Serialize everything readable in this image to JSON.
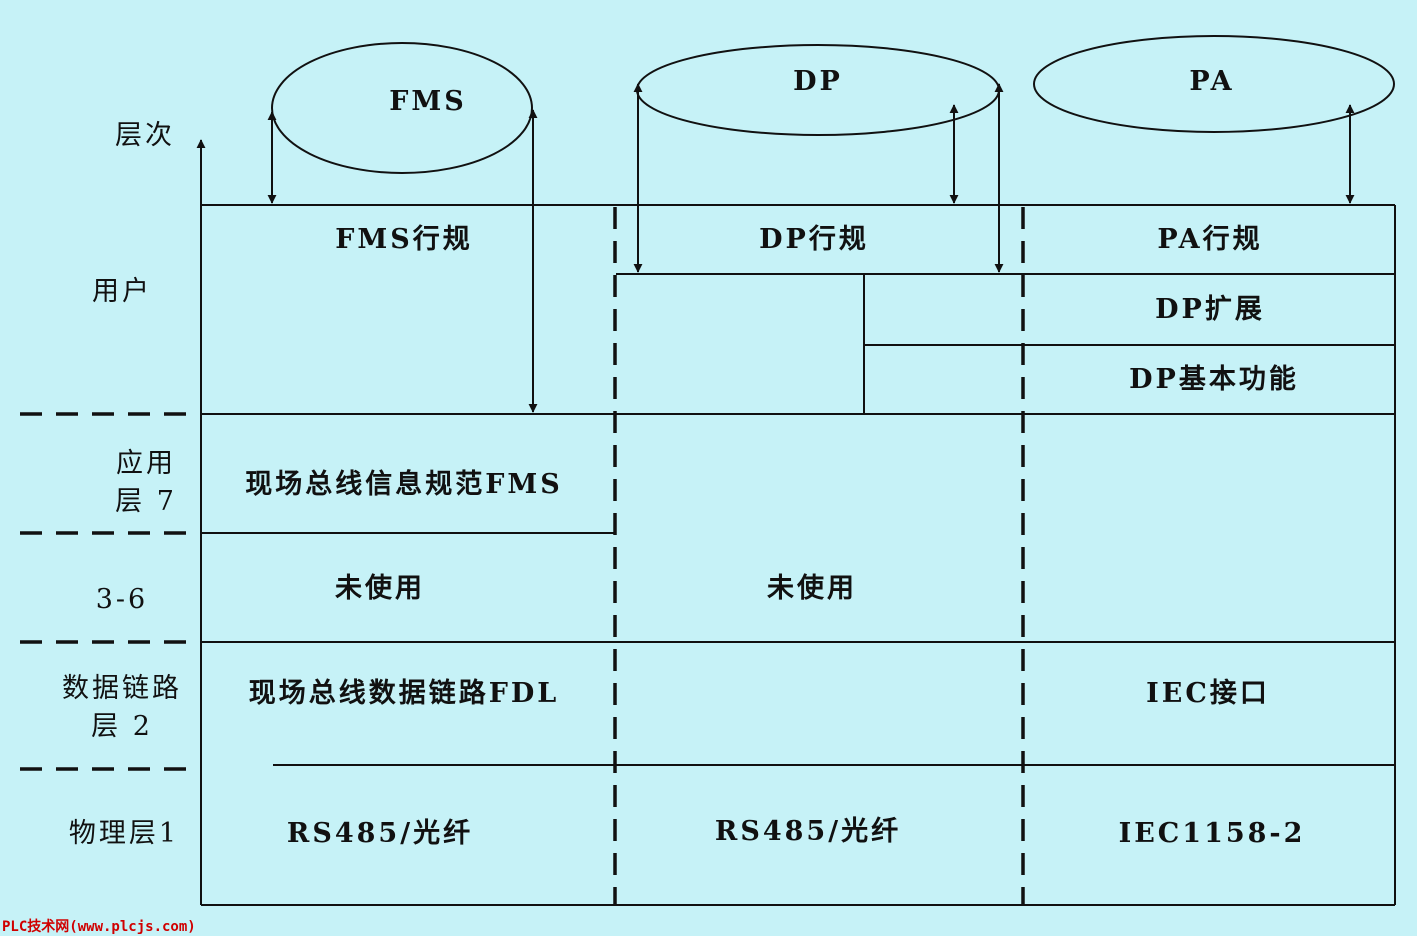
{
  "axis_label": "层次",
  "ellipses": {
    "fms": "FMS",
    "dp": "DP",
    "pa": "PA"
  },
  "layers": {
    "user": "用户",
    "application": [
      "应用",
      "层 7"
    ],
    "layers_3_6": "3-6",
    "data_link": [
      "数据链路",
      "层 2"
    ],
    "physical": "物理层1"
  },
  "cells": {
    "fms_profile": "FMS行规",
    "dp_profile": "DP行规",
    "pa_profile": "PA行规",
    "dp_extension": "DP扩展",
    "dp_basic": "DP基本功能",
    "fms_spec": "现场总线信息规范FMS",
    "fms_unused": "未使用",
    "dp_unused": "未使用",
    "fdl": "现场总线数据链路FDL",
    "iec_interface": "IEC接口",
    "fms_phys": "RS485/光纤",
    "dp_phys": "RS485/光纤",
    "pa_phys": "IEC1158-2"
  },
  "watermark": "PLC技术网(www.plcjs.com)"
}
